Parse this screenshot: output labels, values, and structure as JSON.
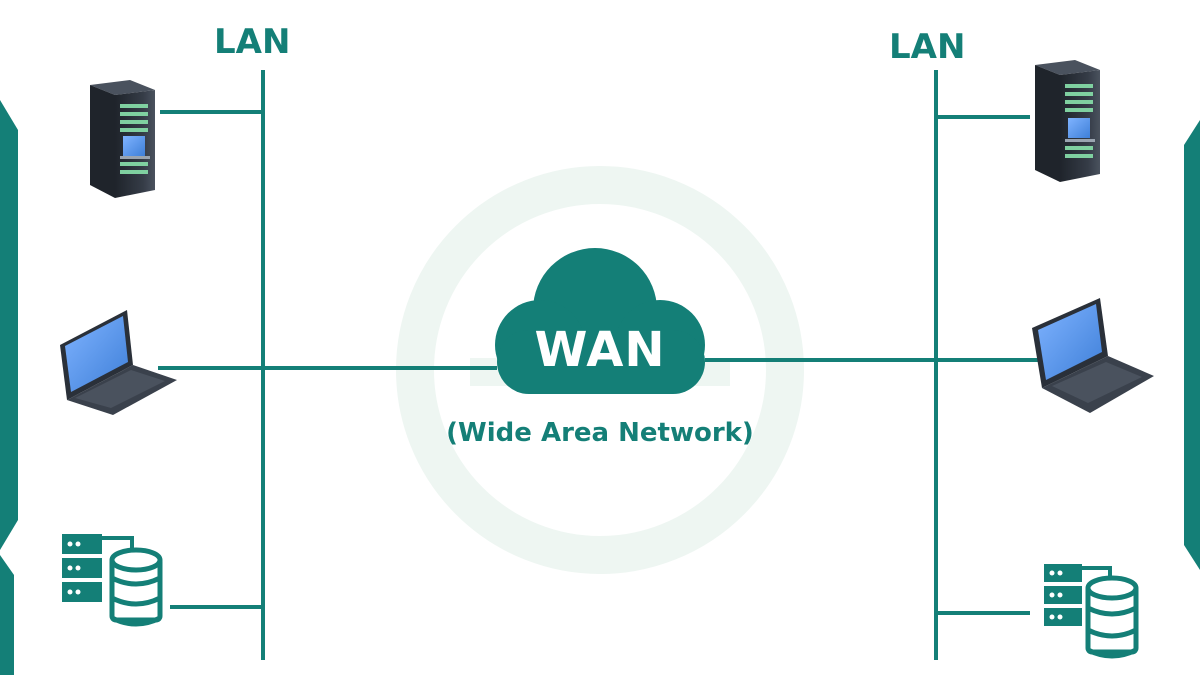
{
  "colors": {
    "teal": "#147f77",
    "teal_dark": "#0f6b64",
    "watermark": "#eef6f2",
    "rack_dark": "#2a3039",
    "screen_blue": "#4a90e2"
  },
  "diagram": {
    "left_lan_label": "LAN",
    "right_lan_label": "LAN",
    "cloud_label": "WAN",
    "cloud_sublabel": "(Wide Area Network)"
  },
  "icons": {
    "left": [
      "server-rack-icon",
      "laptop-icon",
      "database-server-icon"
    ],
    "right": [
      "server-rack-icon",
      "laptop-icon",
      "database-server-icon"
    ]
  }
}
